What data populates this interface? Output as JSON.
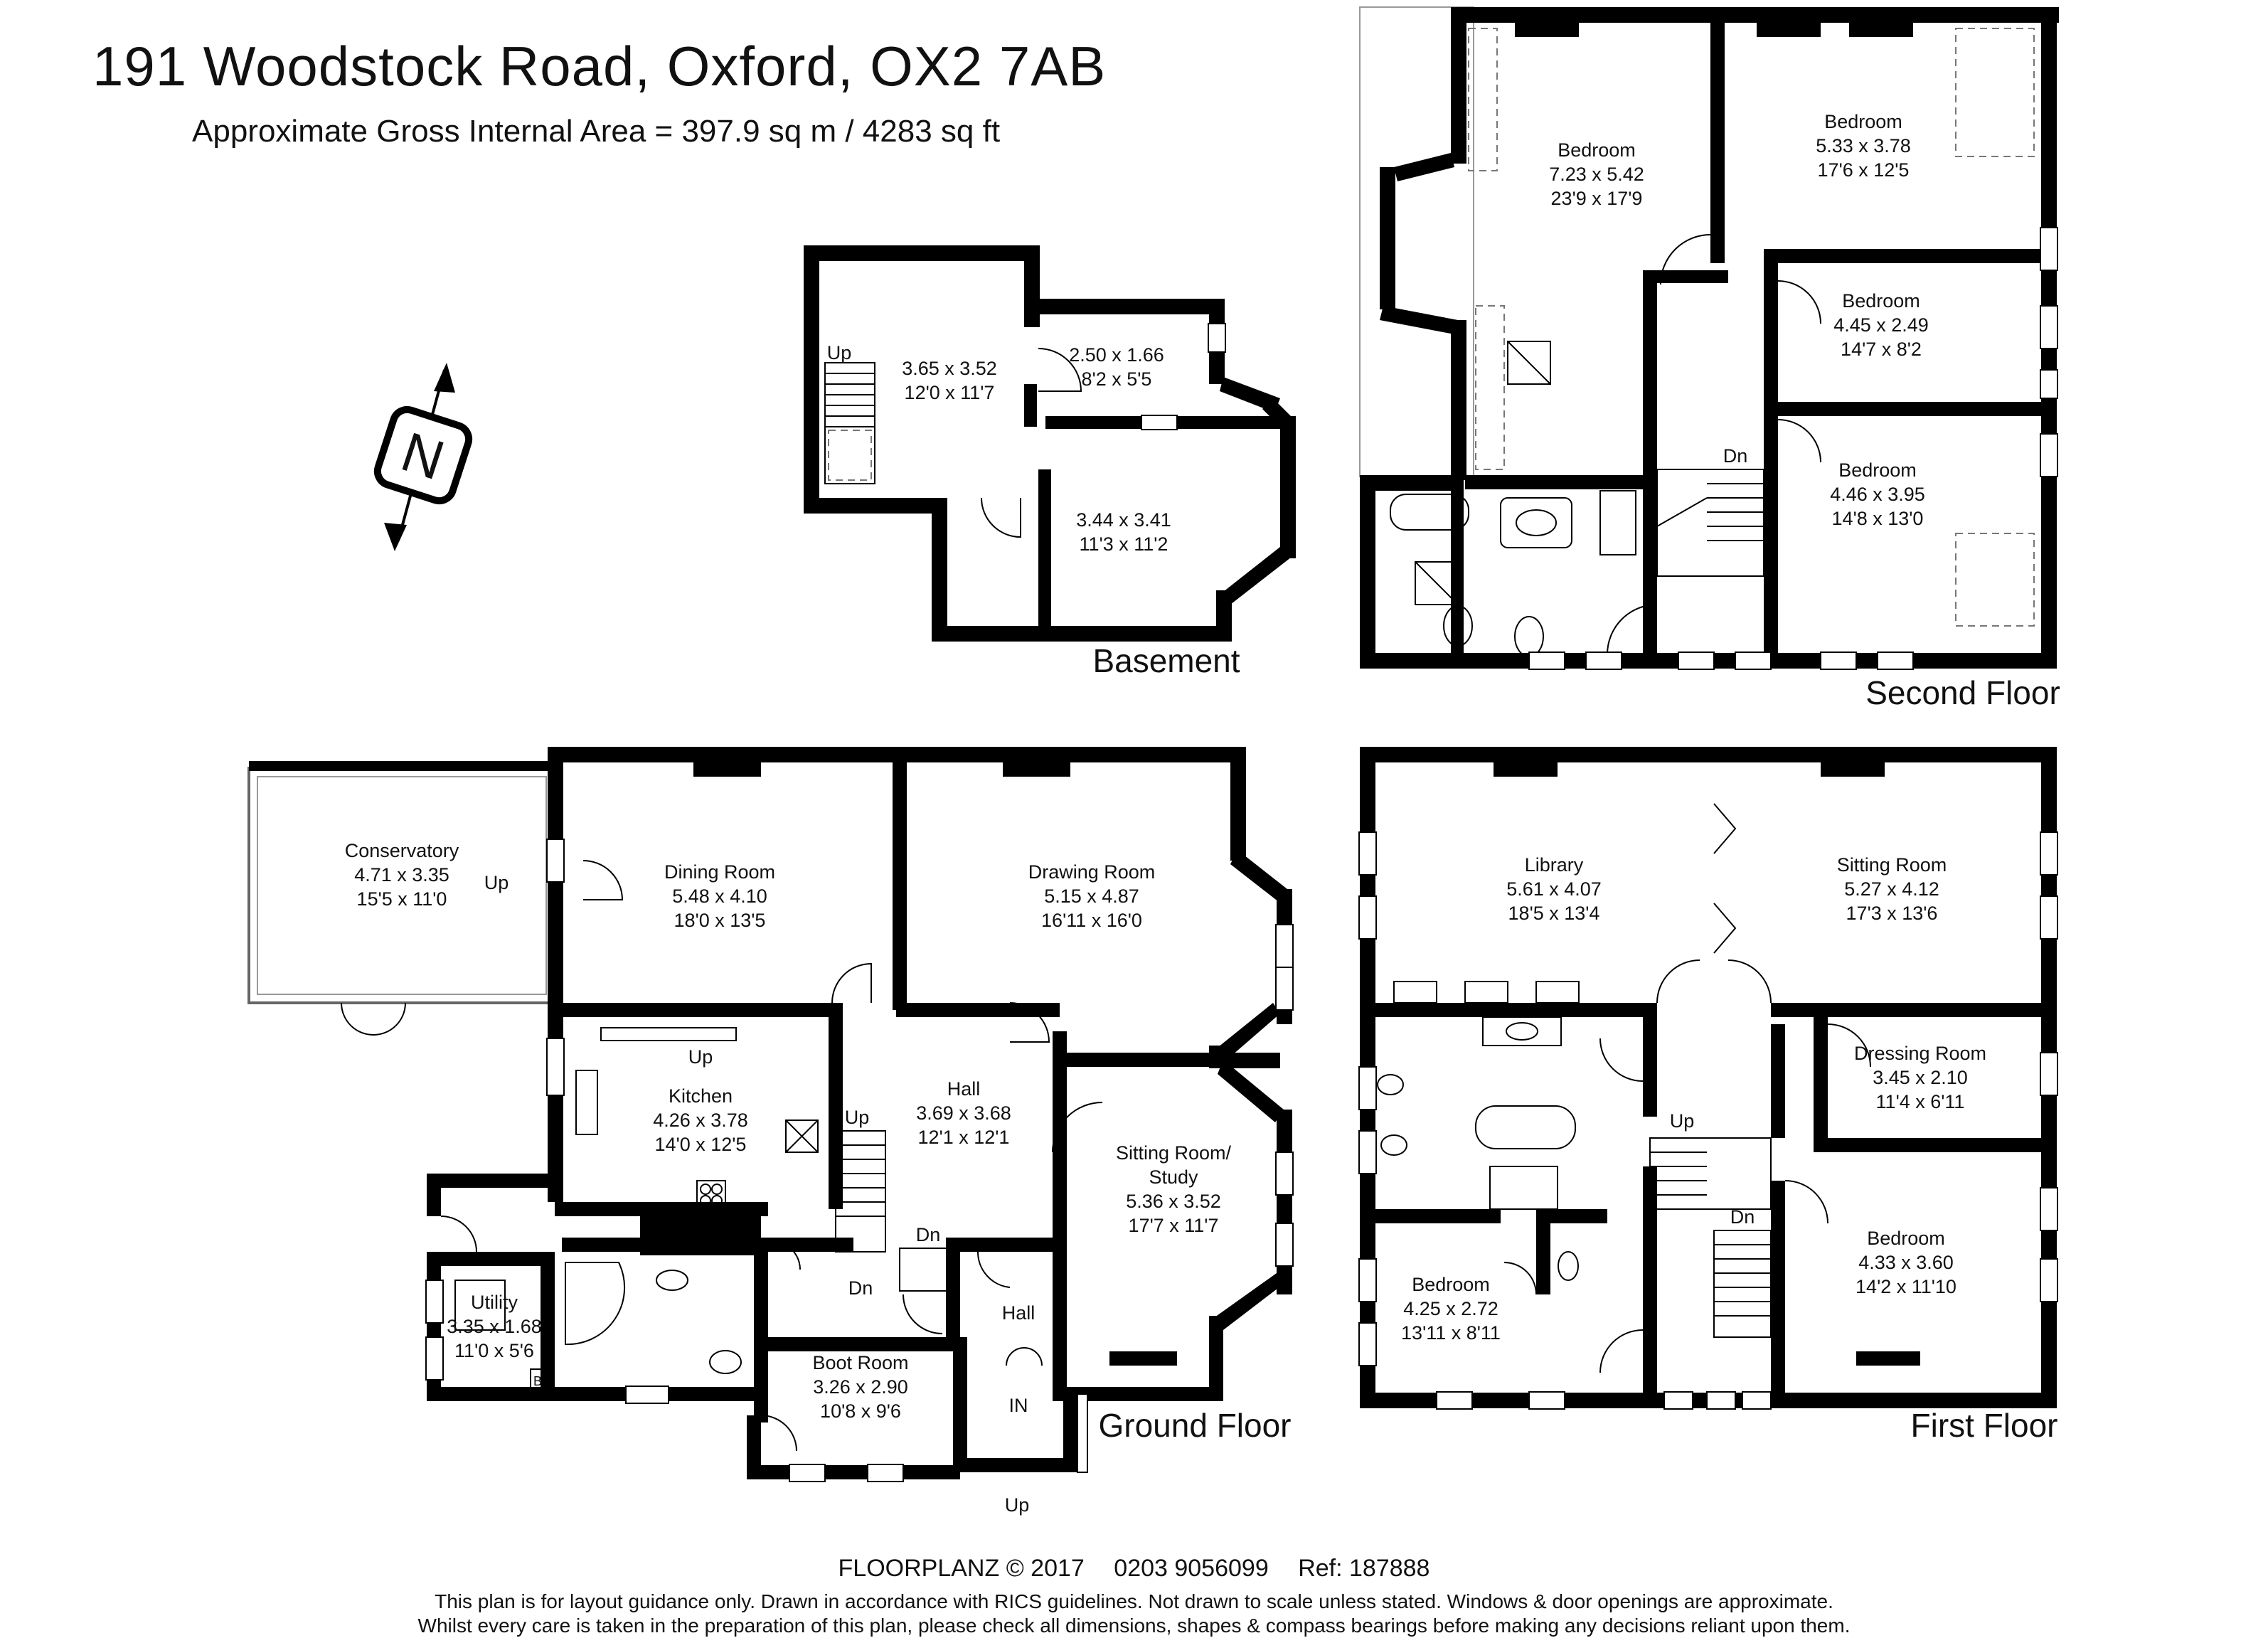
{
  "header": {
    "title": "191 Woodstock Road,  Oxford,  OX2 7AB",
    "subtitle": "Approximate Gross Internal Area = 397.9 sq m / 4283 sq ft"
  },
  "compass": {
    "letter": "N"
  },
  "floors": {
    "basement": {
      "name": "Basement",
      "rooms": [
        {
          "lines": [
            "3.65 x 3.52",
            "12'0 x 11'7"
          ]
        },
        {
          "lines": [
            "2.50 x 1.66",
            "8'2 x 5'5"
          ]
        },
        {
          "lines": [
            "3.44 x 3.41",
            "11'3 x 11'2"
          ]
        }
      ],
      "markers": [
        "Up"
      ]
    },
    "second": {
      "name": "Second Floor",
      "rooms": [
        {
          "lines": [
            "Bedroom",
            "7.23 x 5.42",
            "23'9 x 17'9"
          ]
        },
        {
          "lines": [
            "Bedroom",
            "5.33 x 3.78",
            "17'6 x 12'5"
          ]
        },
        {
          "lines": [
            "Bedroom",
            "4.45 x 2.49",
            "14'7 x 8'2"
          ]
        },
        {
          "lines": [
            "Bedroom",
            "4.46 x 3.95",
            "14'8 x 13'0"
          ]
        }
      ],
      "markers": [
        "Dn"
      ]
    },
    "ground": {
      "name": "Ground Floor",
      "rooms": [
        {
          "lines": [
            "Conservatory",
            "4.71 x 3.35",
            "15'5 x 11'0"
          ]
        },
        {
          "lines": [
            "Dining Room",
            "5.48 x 4.10",
            "18'0 x 13'5"
          ]
        },
        {
          "lines": [
            "Drawing Room",
            "5.15 x 4.87",
            "16'11 x 16'0"
          ]
        },
        {
          "lines": [
            "Kitchen",
            "4.26 x 3.78",
            "14'0 x 12'5"
          ]
        },
        {
          "lines": [
            "Hall",
            "3.69 x 3.68",
            "12'1 x 12'1"
          ]
        },
        {
          "lines": [
            "Sitting Room/",
            "Study",
            "5.36 x 3.52",
            "17'7 x 11'7"
          ]
        },
        {
          "lines": [
            "Utility",
            "3.35 x 1.68",
            "11'0 x 5'6"
          ]
        },
        {
          "lines": [
            "Boot Room",
            "3.26 x 2.90",
            "10'8 x 9'6"
          ]
        },
        {
          "lines": [
            "Hall"
          ]
        }
      ],
      "markers": [
        "Up",
        "Up",
        "Up",
        "Dn",
        "Dn",
        "IN",
        "Up",
        "B"
      ]
    },
    "first": {
      "name": "First Floor",
      "rooms": [
        {
          "lines": [
            "Library",
            "5.61 x 4.07",
            "18'5 x 13'4"
          ]
        },
        {
          "lines": [
            "Sitting Room",
            "5.27 x 4.12",
            "17'3 x 13'6"
          ]
        },
        {
          "lines": [
            "Dressing Room",
            "3.45 x 2.10",
            "11'4 x 6'11"
          ]
        },
        {
          "lines": [
            "Bedroom",
            "4.33 x 3.60",
            "14'2 x 11'10"
          ]
        },
        {
          "lines": [
            "Bedroom",
            "4.25 x 2.72",
            "13'11 x 8'11"
          ]
        }
      ],
      "markers": [
        "Up",
        "Dn"
      ]
    }
  },
  "footer": {
    "company": "FLOORPLANZ © 2017",
    "phone": "0203 9056099",
    "ref": "Ref: 187888",
    "disclaimer_1": "This plan is for layout guidance only. Drawn in accordance with RICS guidelines. Not drawn to scale unless stated. Windows & door openings are approximate.",
    "disclaimer_2": "Whilst every care is taken in the preparation of this plan, please check all dimensions, shapes & compass bearings before making any decisions reliant upon them."
  }
}
